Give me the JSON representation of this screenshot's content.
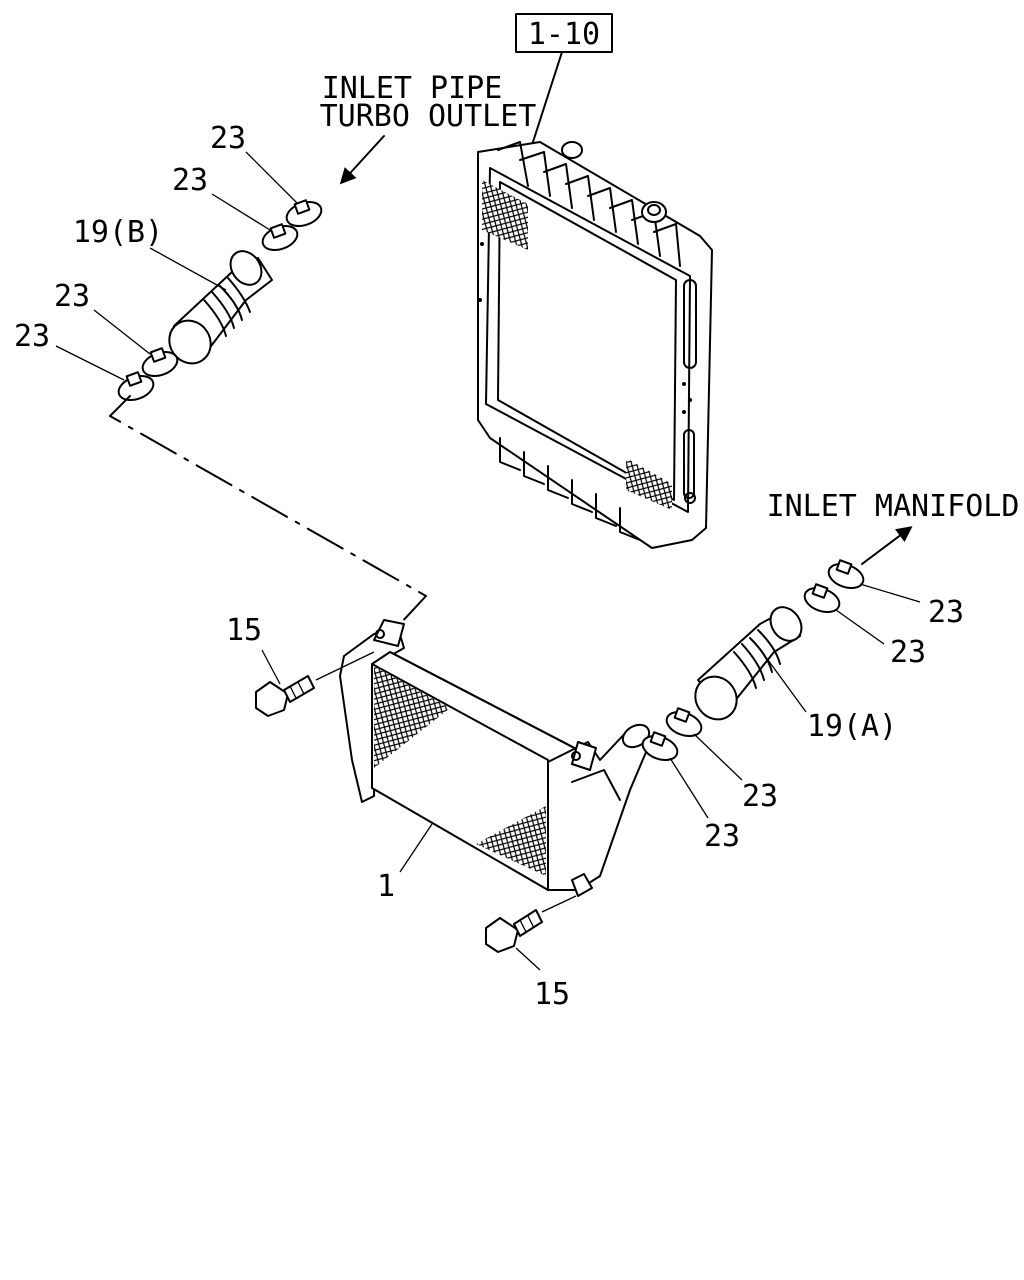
{
  "reference_box": "1-10",
  "direction_labels": {
    "turbo_line1": "INLET PIPE",
    "turbo_line2": "TURBO OUTLET",
    "manifold": "INLET MANIFOLD"
  },
  "callouts": {
    "clamp_upper_a": "23",
    "clamp_upper_b": "23",
    "hose_b": "19(B)",
    "clamp_left_a": "23",
    "clamp_left_b": "23",
    "bolt_upper": "15",
    "intercooler": "1",
    "bolt_lower": "15",
    "clamp_right_a": "23",
    "clamp_right_b": "23",
    "hose_a": "19(A)",
    "clamp_lower_a": "23",
    "clamp_lower_b": "23"
  },
  "colors": {
    "line": "#000000",
    "background": "#ffffff"
  }
}
